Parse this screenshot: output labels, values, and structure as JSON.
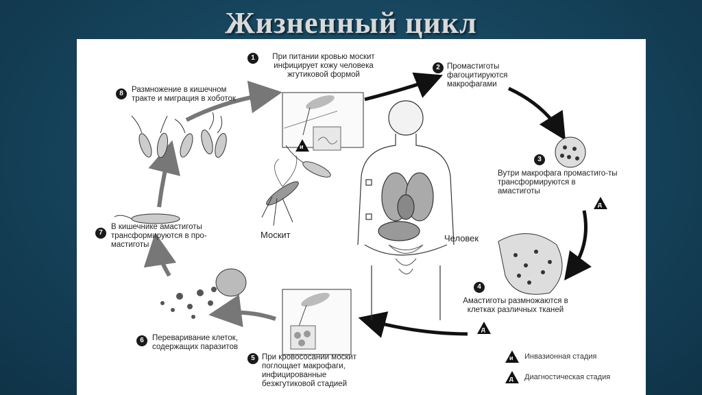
{
  "slide_title": "Жизненный цикл",
  "stages": [
    {
      "num": "1",
      "text": "При питании кровью москит инфицирует кожу человека жгутиковой формой"
    },
    {
      "num": "2",
      "text": "Промастиготы фагоцитируются макрофагами"
    },
    {
      "num": "3",
      "text": "Вутри макрофага промастиго-ты трансформируются в амастиготы"
    },
    {
      "num": "4",
      "text": "Амастиготы размножаются в клетках различных тканей"
    },
    {
      "num": "5",
      "text": "При кровососании москит поглощает макрофаги, инфицированные безжгутиковой стадией"
    },
    {
      "num": "6",
      "text": "Переваривание клеток, содержащих паразитов"
    },
    {
      "num": "7",
      "text": "В кишечнике амастиготы трансформируются в про-мастиготы"
    },
    {
      "num": "8",
      "text": "Размножение в кишечном тракте и миграция в хоботок"
    }
  ],
  "labels": {
    "mosquito": "Москит",
    "human": "Человек"
  },
  "markers": {
    "invasive": "и",
    "diagnostic": "д"
  },
  "legend": {
    "invasive": "Инвазионная стадия",
    "diagnostic": "Диагностическая стадия"
  }
}
